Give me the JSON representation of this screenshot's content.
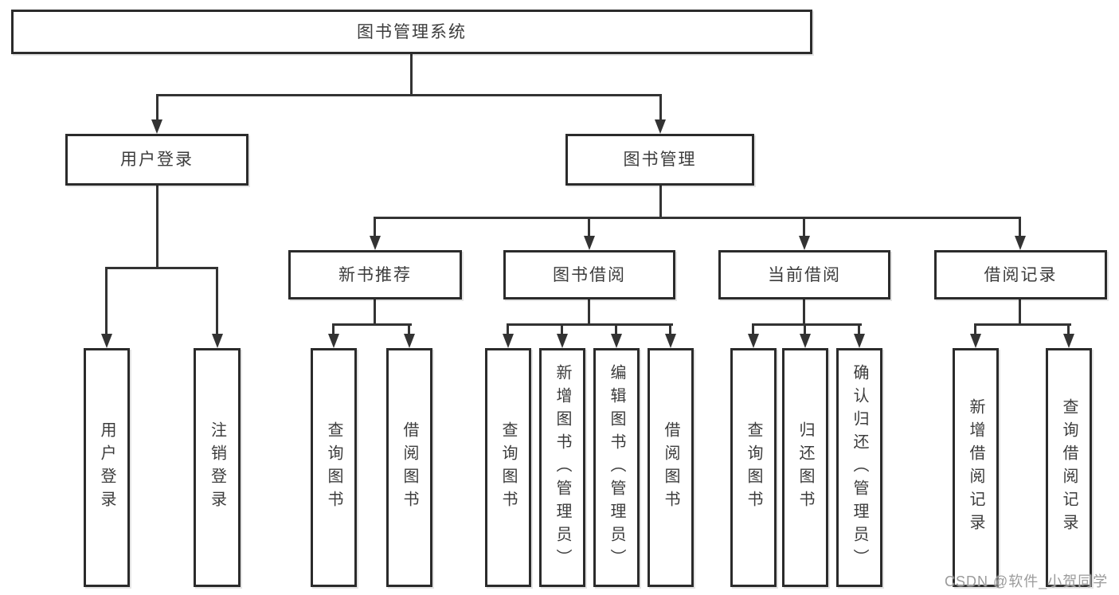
{
  "diagram": {
    "title": "图书管理系统",
    "branches": [
      {
        "label": "用户登录",
        "children": [
          "用户登录",
          "注销登录"
        ]
      },
      {
        "label": "图书管理",
        "groups": [
          {
            "label": "新书推荐",
            "children": [
              "查询图书",
              "借阅图书"
            ]
          },
          {
            "label": "图书借阅",
            "children": [
              "查询图书",
              "新增图书（管理员）",
              "编辑图书（管理员）",
              "借阅图书"
            ]
          },
          {
            "label": "当前借阅",
            "children": [
              "查询图书",
              "归还图书",
              "确认归还（管理员）"
            ]
          },
          {
            "label": "借阅记录",
            "children": [
              "新增借阅记录",
              "查询借阅记录"
            ]
          }
        ]
      }
    ]
  },
  "colors": {
    "line": "#333333",
    "box_border": "#2b2b2b",
    "box_background": "#ffffff",
    "text": "#3c3c3c",
    "watermark_text": "#9b9b9b"
  },
  "watermark": "CSDN @软件_小贺同学"
}
